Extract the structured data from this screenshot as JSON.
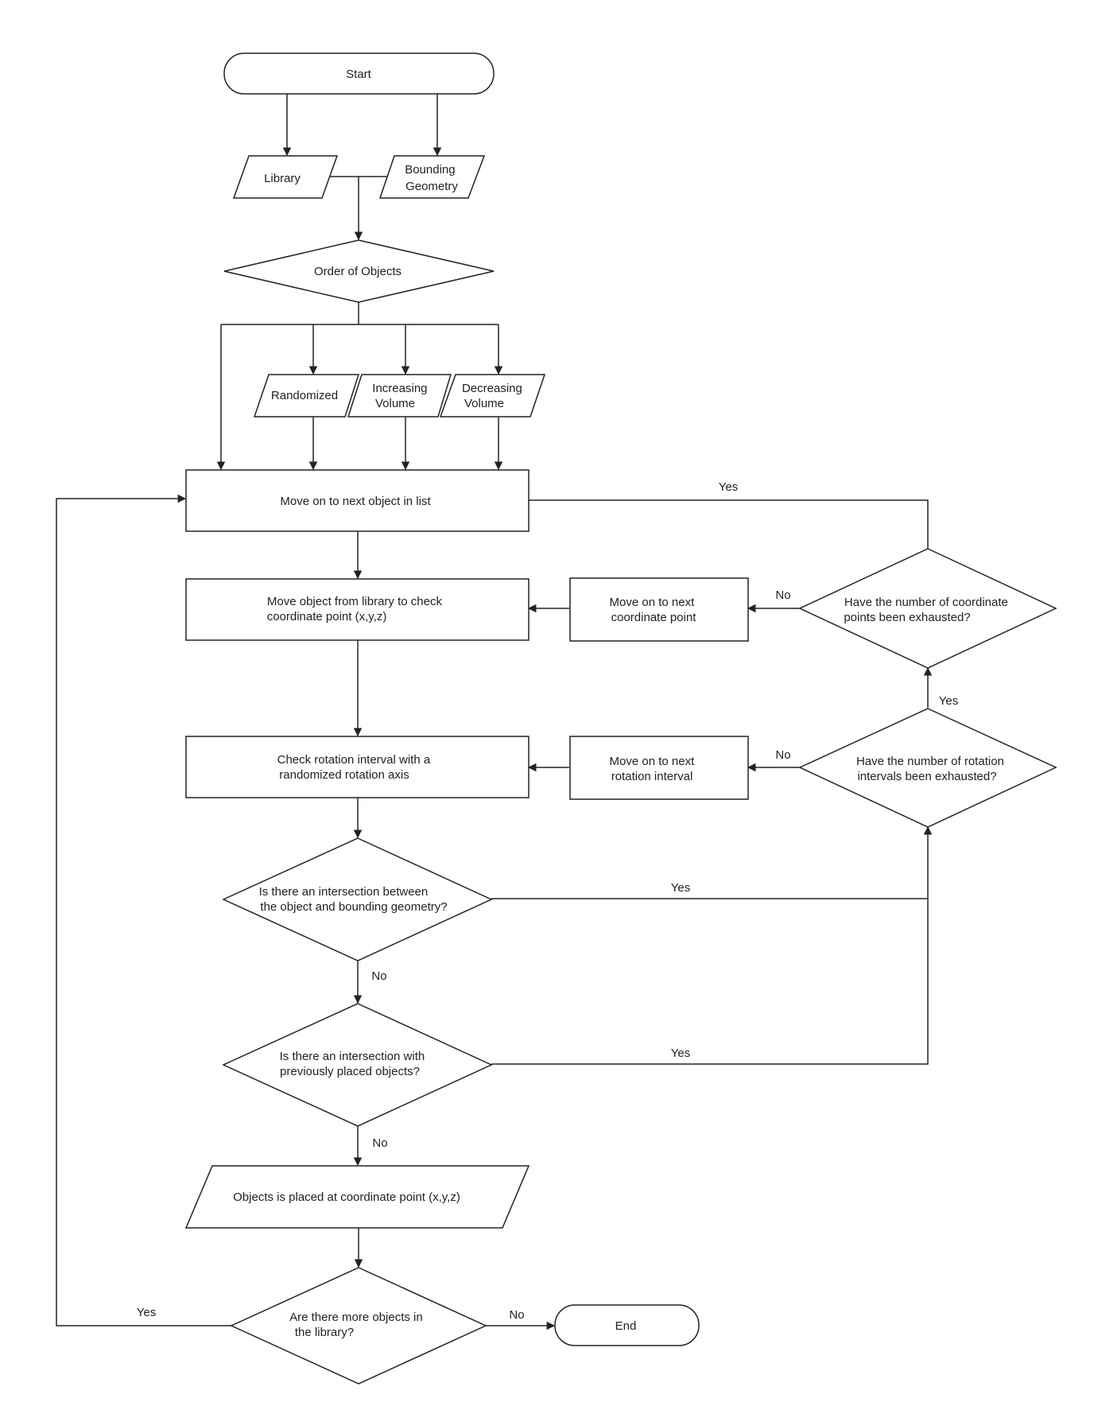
{
  "nodes": {
    "start": "Start",
    "library": "Library",
    "bounding_geometry": [
      "Bounding",
      "Geometry"
    ],
    "order_of_objects": "Order of Objects",
    "randomized": "Randomized",
    "increasing_volume": [
      "Increasing",
      "Volume"
    ],
    "decreasing_volume": [
      "Decreasing",
      "Volume"
    ],
    "next_object": "Move on to next object in list",
    "move_object": [
      "Move object from library to check",
      "coordinate point (x,y,z)"
    ],
    "next_coordinate": [
      "Move on to next",
      "coordinate point"
    ],
    "coordinates_exhausted": [
      "Have the number of coordinate",
      "points been exhausted?"
    ],
    "check_rotation": [
      "Check rotation interval with a",
      "randomized rotation axis"
    ],
    "next_rotation": [
      "Move on to next",
      "rotation interval"
    ],
    "rotations_exhausted": [
      "Have the number of rotation",
      "intervals been exhausted?"
    ],
    "intersect_bounding": [
      "Is there an intersection between",
      "the object and bounding geometry?"
    ],
    "intersect_placed": [
      "Is there an intersection with",
      "previously placed objects?"
    ],
    "placed": "Objects is placed at coordinate point (x,y,z)",
    "more_objects": [
      "Are there more objects in",
      "the library?"
    ],
    "end": "End"
  },
  "edge_labels": {
    "coordinates_yes": "Yes",
    "coordinates_no": "No",
    "rotations_yes": "Yes",
    "rotations_no": "No",
    "bounding_yes": "Yes",
    "bounding_no": "No",
    "placed_yes": "Yes",
    "placed_no": "No",
    "more_yes": "Yes",
    "more_no": "No"
  }
}
